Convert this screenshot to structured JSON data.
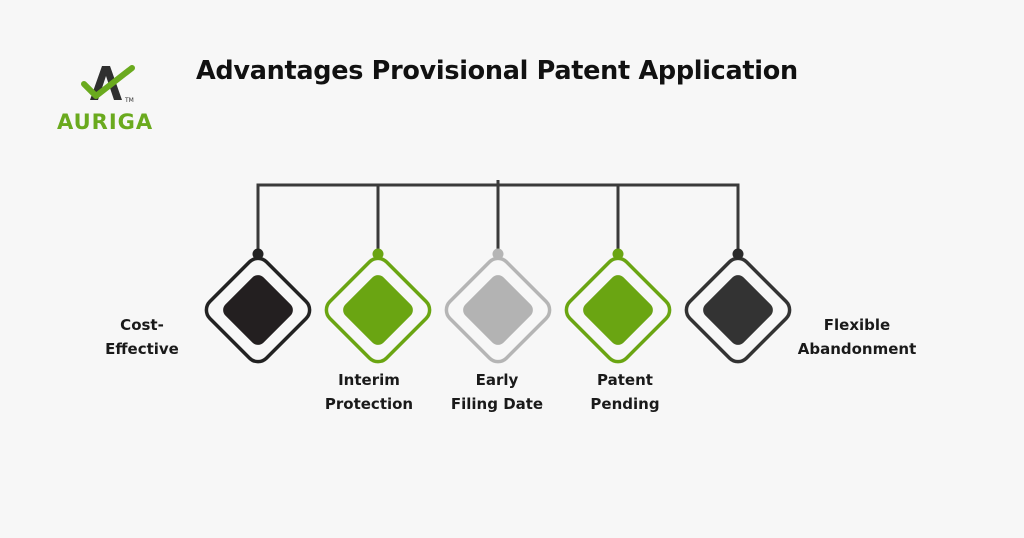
{
  "brand": {
    "name": "AURIGA",
    "trademark": "TM",
    "color": "#6aaa1e",
    "mark_color": "#2f2f2f"
  },
  "title": "Advantages Provisional Patent Application",
  "connector_color": "#3a3a3a",
  "items": [
    {
      "label_line1": "Cost-",
      "label_line2": "Effective",
      "outline": "#222222",
      "fill": "#231f20",
      "dot": "#222222",
      "label_position": "left"
    },
    {
      "label_line1": "Interim",
      "label_line2": "Protection",
      "outline": "#6aa512",
      "fill": "#6aa512",
      "dot": "#6aa512",
      "label_position": "below"
    },
    {
      "label_line1": "Early",
      "label_line2": "Filing Date",
      "outline": "#b5b5b5",
      "fill": "#b3b3b3",
      "dot": "#b5b5b5",
      "label_position": "below"
    },
    {
      "label_line1": "Patent",
      "label_line2": "Pending",
      "outline": "#6aa512",
      "fill": "#6aa512",
      "dot": "#6aa512",
      "label_position": "below"
    },
    {
      "label_line1": "Flexible",
      "label_line2": "Abandonment",
      "outline": "#333333",
      "fill": "#333333",
      "dot": "#2a2a2a",
      "label_position": "right"
    }
  ]
}
